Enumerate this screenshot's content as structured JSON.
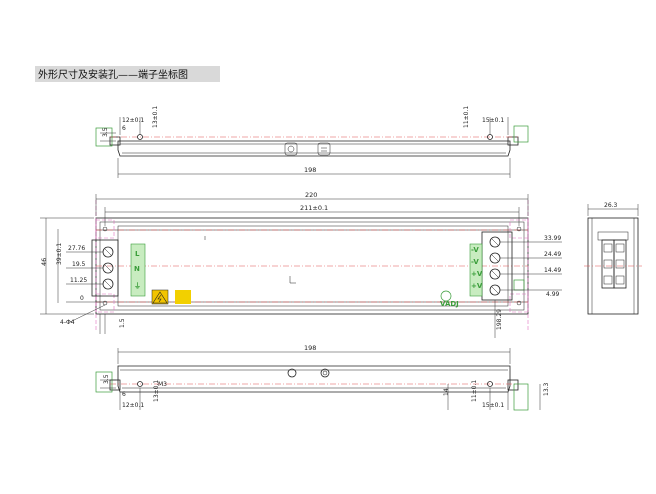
{
  "title": "外形尺寸及安装孔——端子坐标图",
  "top_view": {
    "dims": {
      "overall": "198",
      "hole_offset_left": "12±0.1",
      "hole_pitch_left": "13±0.1",
      "hole_offset_right": "11±0.1",
      "hole_pitch_right": "15±0.1",
      "flange": "3.5",
      "hole_small": "6"
    }
  },
  "front_view": {
    "dims": {
      "overall_length": "220",
      "inner_length": "211±0.1",
      "height": "46",
      "hole_pitch": "39±0.1",
      "holes": "4-Φ4",
      "edge": "1.5",
      "output_offset": "198.29"
    },
    "left_terminal_y": [
      "27.76",
      "19.5",
      "11.25",
      "0"
    ],
    "left_terminal_labels": [
      "L",
      "N",
      "⏚"
    ],
    "right_terminal_y": [
      "33.99",
      "24.49",
      "14.49",
      "4.99"
    ],
    "right_terminal_labels": [
      "-V",
      "-V",
      "+V",
      "+V"
    ],
    "adj_label": "VADJ"
  },
  "side_view": {
    "dims": {
      "depth": "26.3"
    }
  },
  "bottom_view": {
    "dims": {
      "overall": "198",
      "hole_offset_left": "12±0.1",
      "hole_pitch_left": "13±0.1",
      "hole_offset_right": "11±0.1",
      "hole_pitch_right": "15±0.1",
      "flange": "3.5",
      "hole_small": "6",
      "screw": "M3",
      "height_14": "14",
      "height_13_3": "13.3"
    }
  }
}
